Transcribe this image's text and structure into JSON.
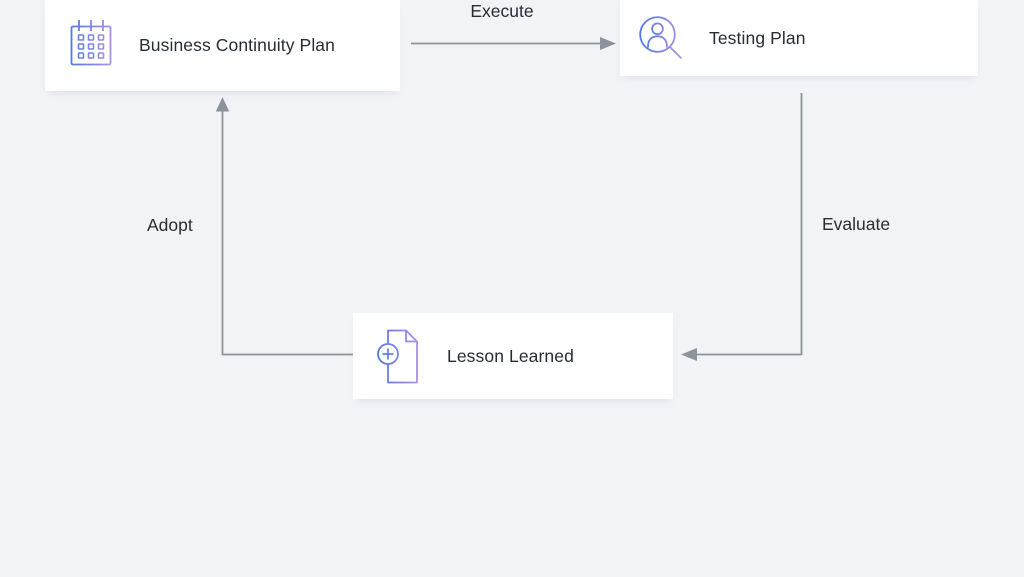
{
  "diagram": {
    "nodes": [
      {
        "id": "business-continuity-plan",
        "label": "Business Continuity Plan",
        "icon": "calendar-icon"
      },
      {
        "id": "testing-plan",
        "label": "Testing Plan",
        "icon": "user-search-icon"
      },
      {
        "id": "lesson-learned",
        "label": "Lesson Learned",
        "icon": "document-add-icon"
      }
    ],
    "edges": [
      {
        "label": "Execute",
        "from": "business-continuity-plan",
        "to": "testing-plan"
      },
      {
        "label": "Evaluate",
        "from": "testing-plan",
        "to": "lesson-learned"
      },
      {
        "label": "Adopt",
        "from": "lesson-learned",
        "to": "business-continuity-plan"
      }
    ],
    "colors": {
      "background": "#f1f3f7",
      "node_background": "#ffffff",
      "arrow": "#8d939b",
      "text": "#272d33",
      "icon_gradient_from": "#4c79e6",
      "icon_gradient_to": "#b292e2"
    }
  }
}
